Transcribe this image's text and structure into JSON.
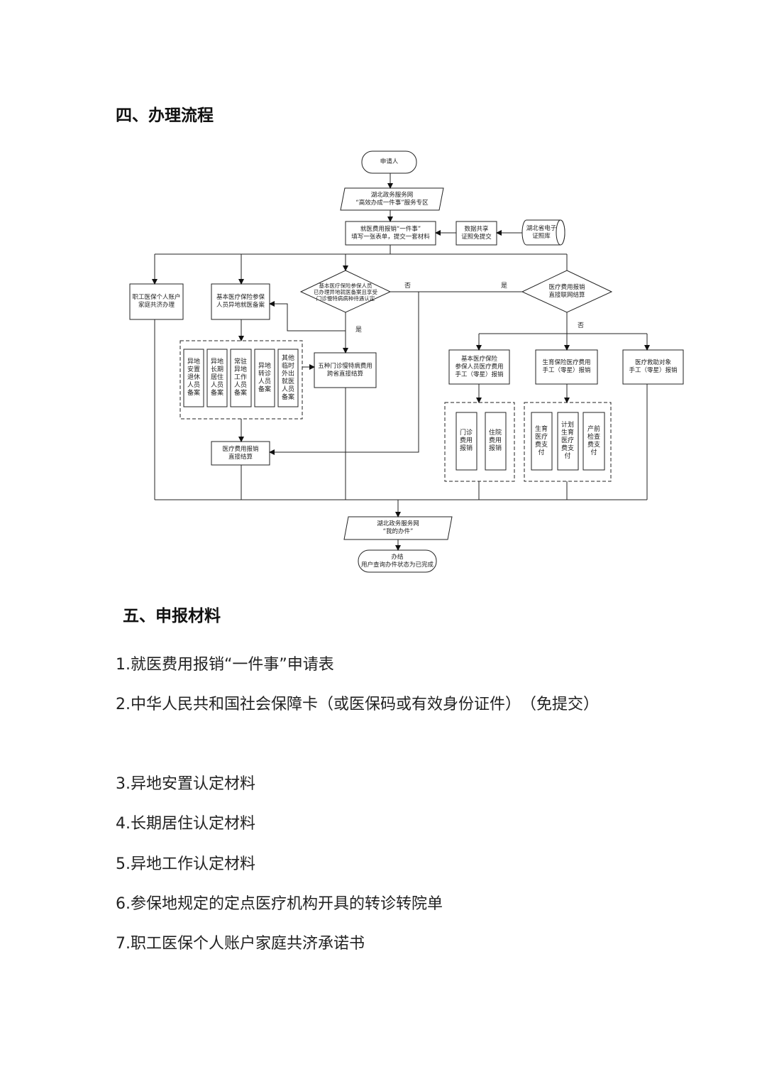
{
  "section4": {
    "title": "四、办理流程"
  },
  "flow": {
    "start": "申请人",
    "portal": "湖北政务服务网\n“高效办成一件事”服务专区",
    "form": "就医费用报销“一件事”\n填写一张表单，提交一套材料",
    "data_share": "数据共享\n证照免提交",
    "cert_db": "湖北省电子\n证照库",
    "family": "职工医保个人账户\n家庭共济办理",
    "filing": "基本医疗保险参保\n人员异地就医备案",
    "decision1": "基本医疗保险参保人员\n已办理异地就医备案且享受\n门诊慢特病病种待遇认定",
    "decision2": "医疗费用报销\n直接联网结算",
    "no": "否",
    "yes": "是",
    "filing_types": [
      "异地安置退休人员备案",
      "异地长期居住人员备案",
      "常驻异地工作人员备案",
      "异地转诊人员备案",
      "其他临时外出就医人员备案"
    ],
    "chronic": "五种门诊慢特病费用\n跨省直接结算",
    "direct": "医疗费用报销\n直接结算",
    "manual_basic": "基本医疗保险\n参保人员医疗费用\n手工（零星）报销",
    "manual_maternity": "生育保险医疗费用\n手工（零星）报销",
    "manual_aid": "医疗救助对象\n手工（零星）报销",
    "basic_types": [
      "门诊费用报销",
      "住院费用报销"
    ],
    "maternity_types": [
      "生育医疗费支付",
      "计划生育医疗费支付",
      "产前检查费支付"
    ],
    "my_cases": "湖北政务服务网\n“我的办件”",
    "end": "办结\n用户查询办件状态为已完成"
  },
  "section5": {
    "title": "五、申报材料",
    "items": [
      "1.就医费用报销“一件事”申请表",
      "2.中华人民共和国社会保障卡（或医保码或有效身份证件）　（免提交）",
      "3.异地安置认定材料",
      "4.长期居住认定材料",
      "5.异地工作认定材料",
      "6.参保地规定的定点医疗机构开具的转诊转院单",
      "7.职工医保个人账户家庭共济承诺书"
    ]
  }
}
